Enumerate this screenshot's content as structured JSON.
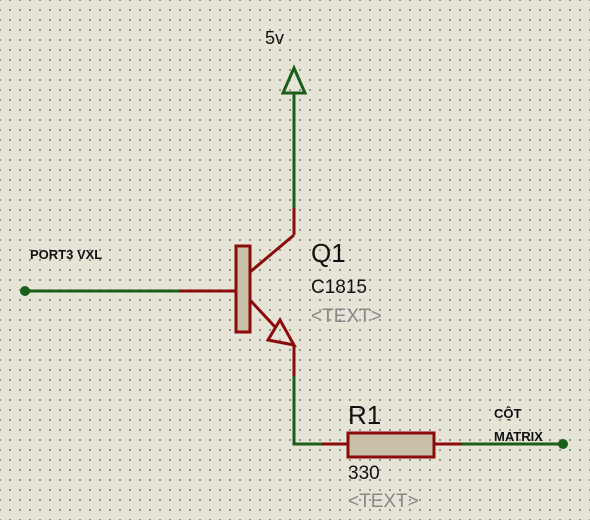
{
  "power": {
    "label": "5v"
  },
  "transistor": {
    "ref": "Q1",
    "value": "C1815",
    "text": "<TEXT>"
  },
  "resistor": {
    "ref": "R1",
    "value": "330",
    "text": "<TEXT>"
  },
  "nets": {
    "left": "PORT3 VXL",
    "right_line1": "CỘT",
    "right_line2": "MATRIX"
  }
}
